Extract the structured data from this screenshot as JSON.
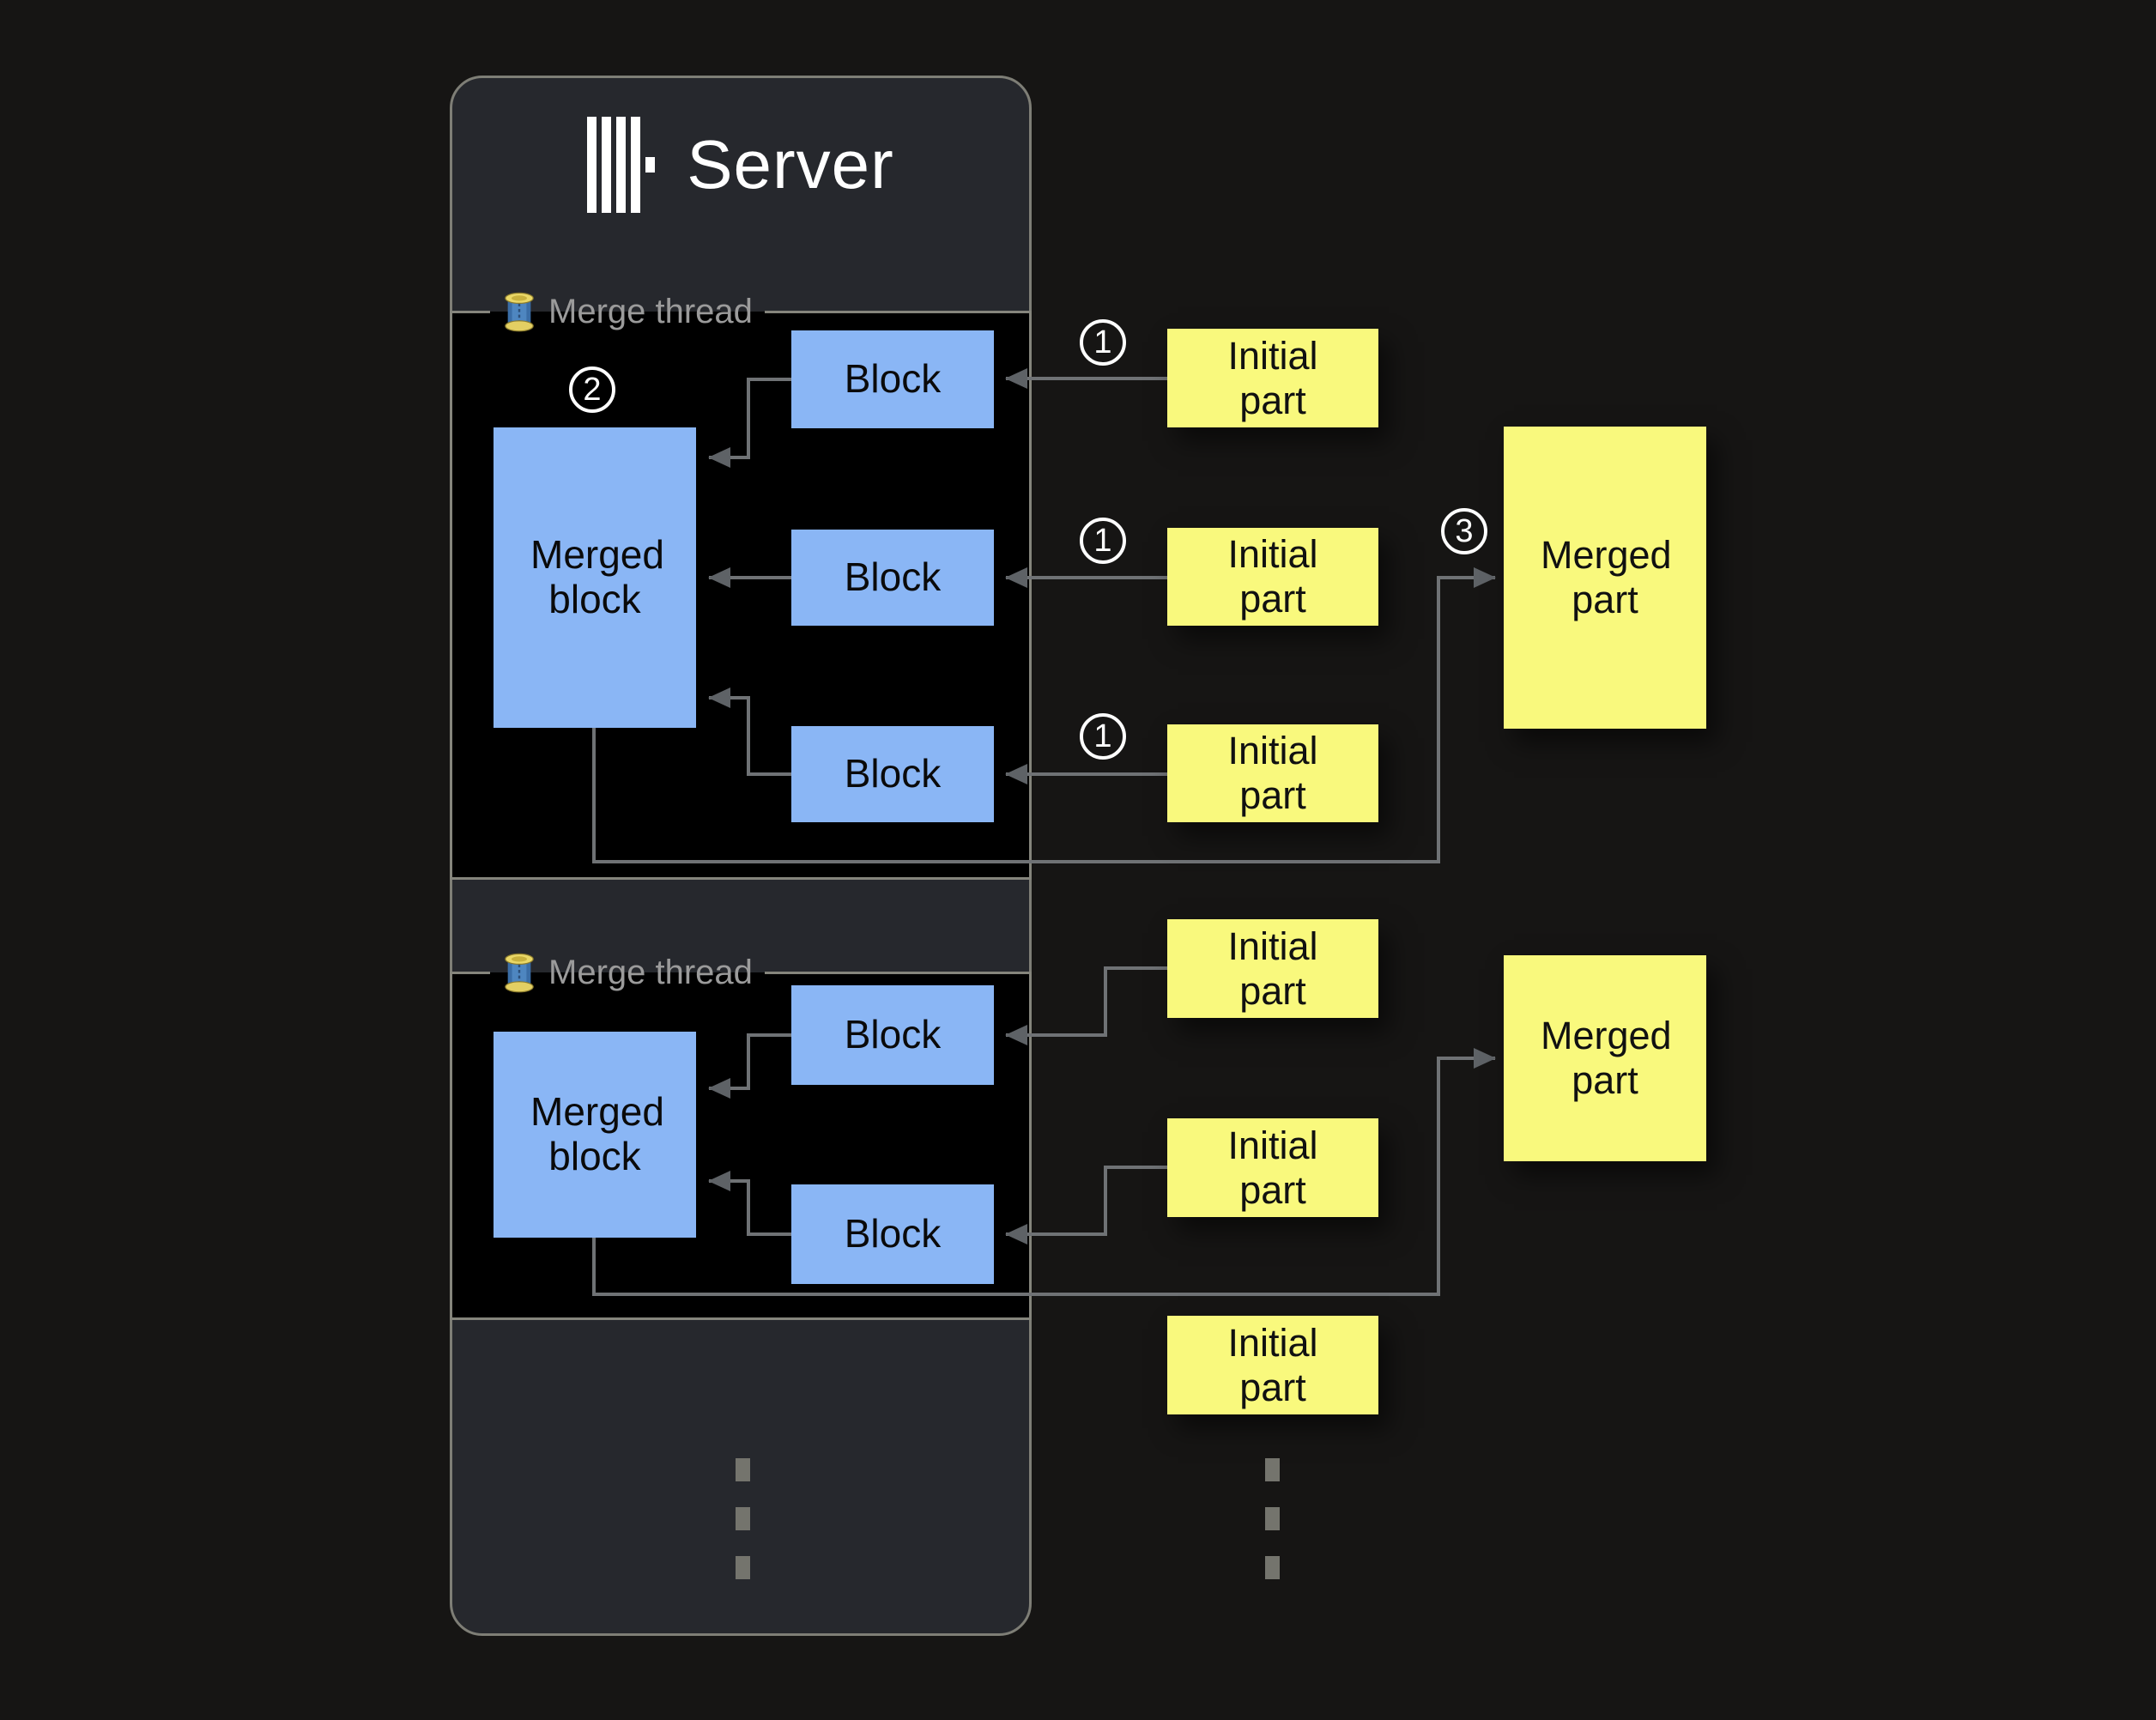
{
  "labels": {
    "server_title": "Server",
    "merge_thread": "Merge thread",
    "block": "Block",
    "merged_block": "Merged block",
    "initial_part": "Initial part",
    "merged_part": "Merged part"
  },
  "badges": {
    "step1": "1",
    "step2": "2",
    "step3": "3"
  },
  "icons": {
    "server_logo": "clickhouse-bars-logo",
    "merge_thread": "thread-spool-icon",
    "ellipsis": "vertical-ellipsis-dots",
    "arrowhead": "gray-arrowhead"
  },
  "colors": {
    "page_background": "#161514",
    "server_panel": "#26282d",
    "panel_border": "#7e7e76",
    "thread_box": "#000000",
    "thread_border": "#85857c",
    "block_blue": "#8ab6f5",
    "part_yellow": "#f9f97d",
    "connector_line": "#6f7275",
    "arrowhead_gray": "#5e6266",
    "legend_text": "#9b9b9b",
    "title_white": "#ffffff"
  },
  "structure": {
    "threads": [
      {
        "label": "Merge thread",
        "blocks": 3,
        "has_step_badges": true
      },
      {
        "label": "Merge thread",
        "blocks": 2,
        "has_step_badges": false
      }
    ],
    "initial_parts_count": 6,
    "merged_parts_count": 2
  }
}
